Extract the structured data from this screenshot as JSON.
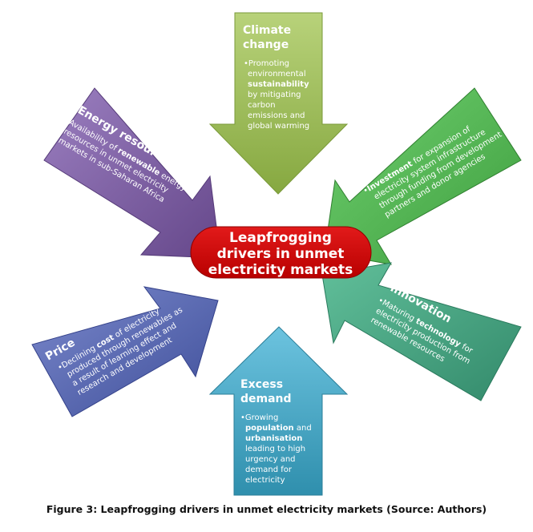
{
  "center": {
    "line1": "Leapfrogging",
    "line2": "drivers in unmet",
    "line3": "electricity markets"
  },
  "arrows": {
    "climate": {
      "title1": "Climate",
      "title2": "change",
      "l1": "Promoting",
      "l2": "environmental",
      "l3_bold": "sustainability",
      "l4": "by mitigating",
      "l5": "carbon",
      "l6": "emissions and",
      "l7": "global warming",
      "color": "#9bbb59"
    },
    "finance": {
      "title": "Finance",
      "l1_bold": "Investment",
      "l1_rest": " for expansion of",
      "l2": "electricity system infrastructure",
      "l3": "through funding from development",
      "l4": "partners and donor agencies",
      "color": "#5cb85c"
    },
    "innovation": {
      "title": "Innovation",
      "l1_pre": "Maturing ",
      "l1_bold": "technology",
      "l1_post": " for",
      "l2": "electricity production from",
      "l3": "renewable resources",
      "color": "#4aa585"
    },
    "demand": {
      "title1": "Excess",
      "title2": "demand",
      "l1": "Growing",
      "l2_bold": "population",
      "l2_rest": " and",
      "l3_bold": "urbanisation",
      "l4": "leading to high",
      "l5": "urgency and",
      "l6": "demand for",
      "l7": "electricity",
      "color": "#4bacc6"
    },
    "price": {
      "title": "Price",
      "l1_pre": "Declining ",
      "l1_bold": "cost",
      "l1_post": " of electricity",
      "l2": "produced through renewables as",
      "l3": "a result of learning effect and",
      "l4": "research and development",
      "color": "#5b6bb5"
    },
    "energy": {
      "title": "Energy resources",
      "l1_pre": "Availability of ",
      "l1_bold": "renewable",
      "l1_post": " energy",
      "l2": "resources in unmet electricity",
      "l3": "markets in sub-Saharan Africa",
      "color": "#8064a2"
    }
  },
  "caption": "Figure 3: Leapfrogging drivers in unmet electricity markets (Source: Authors)"
}
